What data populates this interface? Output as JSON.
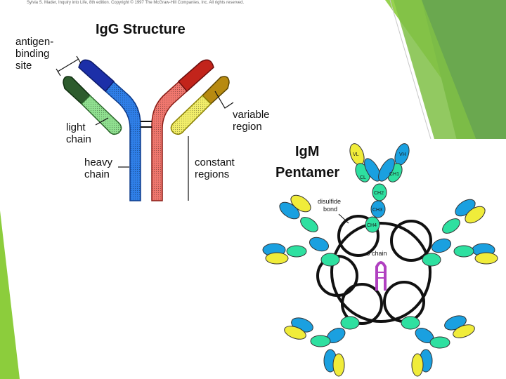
{
  "copyright": "Sylvia S. Mader, Inquiry into Life, 8th edition. Copyright © 1997 The McGraw-Hill Companies, Inc. All rights reserved.",
  "igg": {
    "title": "IgG Structure",
    "labels": {
      "antigen_binding_line1": "antigen-",
      "antigen_binding_line2": "binding",
      "antigen_binding_line3": "site",
      "light_chain_line1": "light",
      "light_chain_line2": "chain",
      "heavy_chain_line1": "heavy",
      "heavy_chain_line2": "chain",
      "variable_region_line1": "variable",
      "variable_region_line2": "region",
      "constant_regions_line1": "constant",
      "constant_regions_line2": "regions"
    }
  },
  "igm": {
    "title_line1": "IgM",
    "title_line2": "Pentamer",
    "disulfide_line1": "disulfide",
    "disulfide_line2": "bond",
    "j_chain": "J chain",
    "domains": {
      "vl": "VL",
      "vh": "VH",
      "cl": "CL",
      "ch1": "CH1",
      "ch2": "CH2",
      "ch3": "CH3",
      "ch4": "CH4"
    }
  },
  "colors": {
    "heavy_left": "#2f7fe8",
    "heavy_right": "#f0776e",
    "variable_heavy_left": "#1c2fa8",
    "variable_heavy_right": "#c2241b",
    "light_left_variable": "#2d5c2d",
    "light_left_constant": "#90e090",
    "light_right_variable": "#b78a10",
    "light_right_constant": "#f2ee6a",
    "igm_blue": "#1aa0e0",
    "igm_green": "#2ee0a0",
    "igm_yellow": "#f0ec3a",
    "jchain": "#b040c0",
    "deco_green_dark": "#6aa84f",
    "deco_green_light": "#8ccd3c"
  }
}
